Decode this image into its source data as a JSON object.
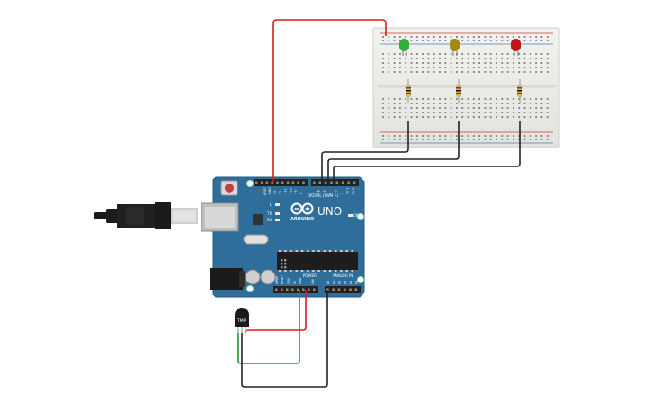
{
  "board": {
    "model": "UNO",
    "brand": "ARDUINO",
    "digital_label": "DIGITAL (PWM ~)",
    "power_label": "POWER",
    "analog_label": "ANALOG IN",
    "on_label": "ON",
    "led_l_label": "L",
    "led_tx_label": "TX",
    "led_rx_label": "RX",
    "aref_label": "AREF",
    "gnd_label": "GND",
    "ioref_label": "IOREF",
    "reset_label": "RESET",
    "v33_label": "3.3V",
    "v5_label": "5V",
    "vin_label": "VIN",
    "analog_pins": [
      "A0",
      "A1",
      "A2",
      "A3",
      "A4",
      "A5"
    ],
    "digital_pins": [
      "13",
      "12",
      "~11",
      "~10",
      "~9",
      "8",
      "7",
      "~6",
      "~5",
      "4",
      "~3",
      "2",
      "TX 1",
      "RX 0"
    ]
  },
  "sensor": {
    "label": "TMP"
  },
  "colors": {
    "board": "#2f6e9a",
    "wire_red": "#d81e1e",
    "wire_green": "#1f9a2c",
    "wire_black": "#222222",
    "led_green": "#2fae3a",
    "led_yellow": "#a08a14",
    "led_red": "#c0141a",
    "breadboard": "#e9e9e6"
  }
}
